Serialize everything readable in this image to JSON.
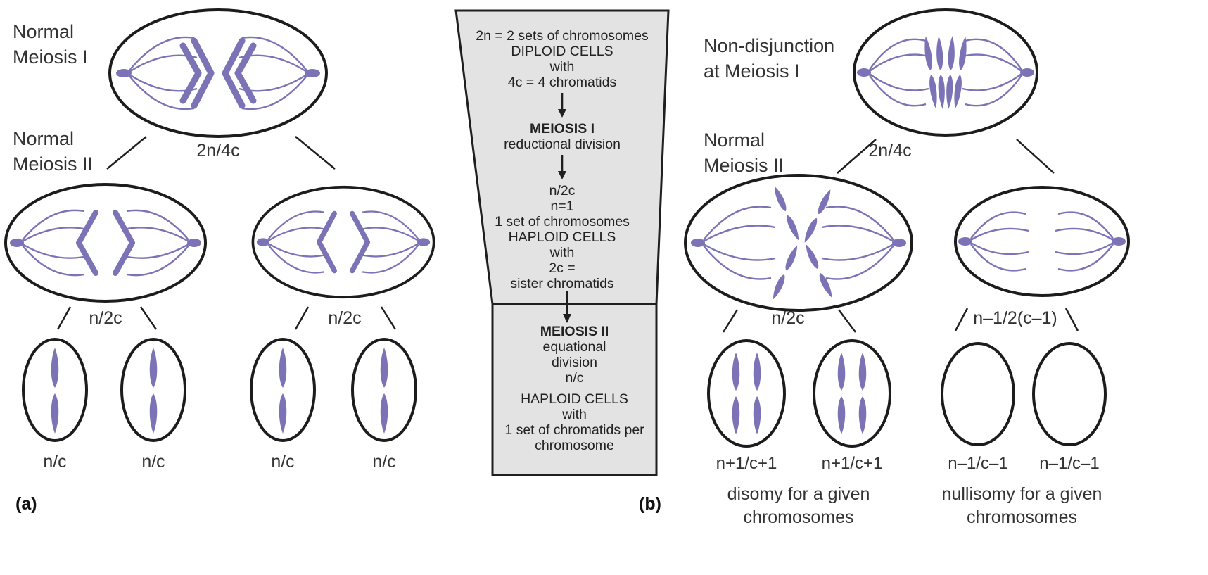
{
  "figure": {
    "panel_a_tag": "(a)",
    "panel_b_tag": "(b)"
  },
  "colors": {
    "chromosome": "#7b73b6",
    "outline": "#1c1c1c",
    "box_fill": "#e3e3e3",
    "box_border": "#1f1f1f",
    "text": "#333333"
  },
  "panel_a": {
    "stage1_label": "Normal\nMeiosis I",
    "stage2_label": "Normal\nMeiosis II",
    "top_cell_caption": "2n/4c",
    "mid_cell_captions": [
      "n/2c",
      "n/2c"
    ],
    "daughter_captions": [
      "n/c",
      "n/c",
      "n/c",
      "n/c"
    ]
  },
  "flow_box": {
    "top_lines": [
      "2n = 2 sets of chromosomes",
      "DIPLOID CELLS",
      "with",
      "4c = 4 chromatids"
    ],
    "meiosis1_heading": "MEIOSIS I",
    "meiosis1_subtitle": "reductional division",
    "mid_lines": [
      "n/2c",
      "n=1",
      "1 set of chromosomes",
      "HAPLOID CELLS",
      "with",
      "2c =",
      "sister chromatids"
    ],
    "meiosis2_heading": "MEIOSIS II",
    "meiosis2_subtitle": "equational\ndivision",
    "bottom_lines": [
      "n/c",
      "HAPLOID CELLS",
      "with",
      "1 set of chromatids per",
      "chromosome"
    ]
  },
  "panel_b": {
    "stage1_label": "Non-disjunction\nat Meiosis I",
    "stage2_label": "Normal\nMeiosis II",
    "top_cell_caption": "2n/4c",
    "mid_cell_captions": [
      "n/2c",
      "n–1/2(c–1)"
    ],
    "daughter_captions": [
      "n+1/c+1",
      "n+1/c+1",
      "n–1/c–1",
      "n–1/c–1"
    ],
    "disomy_caption": "disomy for a given\nchromosomes",
    "nullisomy_caption": "nullisomy for a given\nchromosomes"
  }
}
